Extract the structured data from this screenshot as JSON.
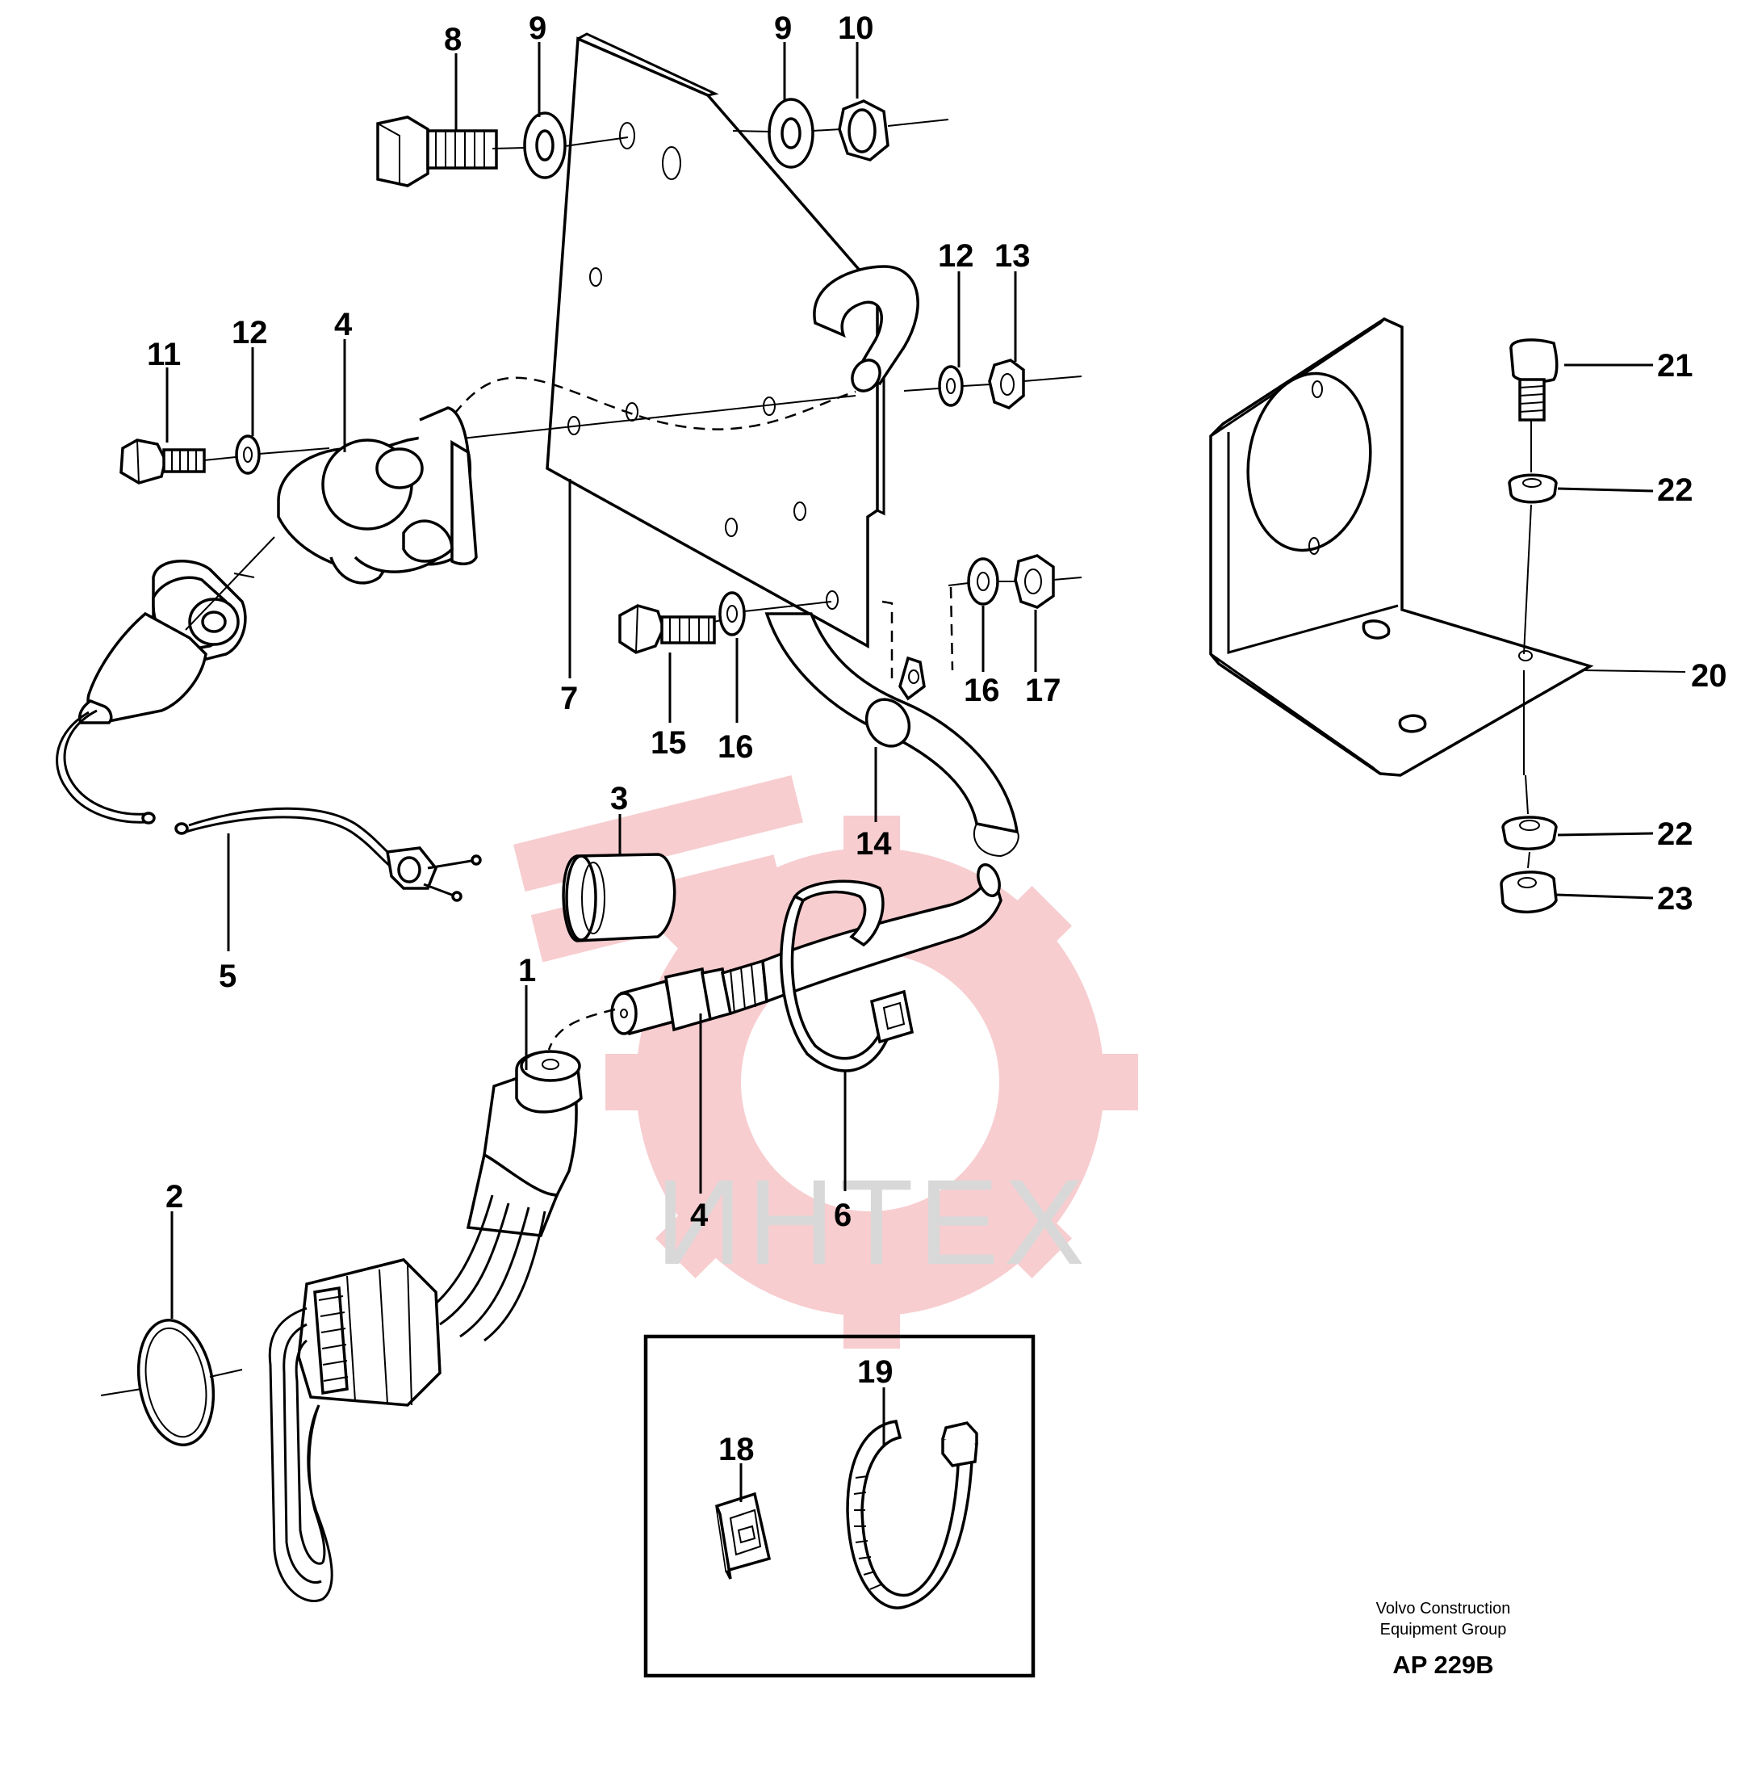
{
  "watermark": {
    "text": "ИНТЕХ",
    "logo_color": "#f7c8cb",
    "text_color": "#d8d8d8"
  },
  "callouts": {
    "c1": "1",
    "c2": "2",
    "c3": "3",
    "c4a": "4",
    "c4b": "4",
    "c5": "5",
    "c6": "6",
    "c7": "7",
    "c8": "8",
    "c9a": "9",
    "c9b": "9",
    "c10": "10",
    "c11": "11",
    "c12a": "12",
    "c12b": "12",
    "c13": "13",
    "c14": "14",
    "c15": "15",
    "c16a": "16",
    "c16b": "16",
    "c17": "17",
    "c18": "18",
    "c19": "19",
    "c20": "20",
    "c21": "21",
    "c22a": "22",
    "c22b": "22",
    "c23": "23"
  },
  "footer": {
    "company_line1": "Volvo Construction",
    "company_line2": "Equipment Group",
    "drawing_code": "AP 229B"
  }
}
